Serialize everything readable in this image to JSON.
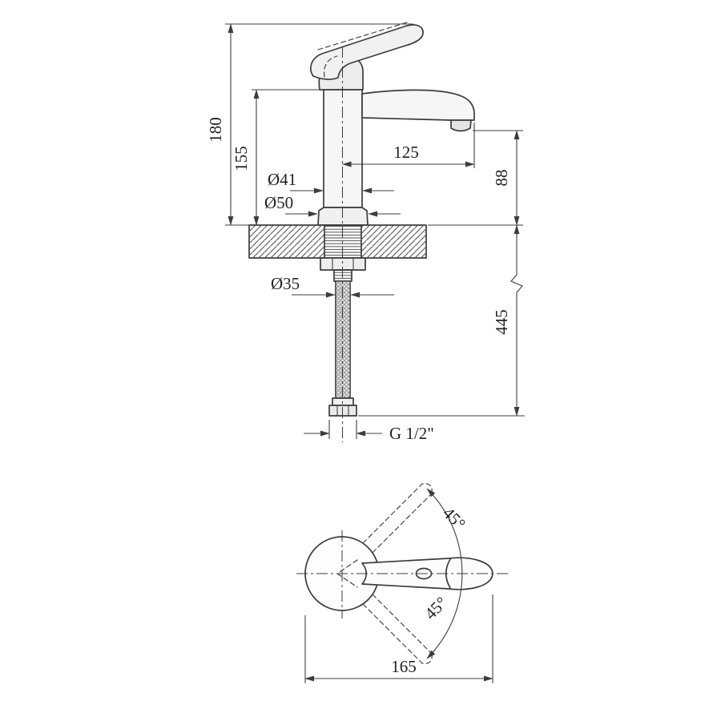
{
  "colors": {
    "line": "#3c3c3c",
    "text": "#222222",
    "background": "#ffffff"
  },
  "side_view": {
    "total_height": "180",
    "body_height": "155",
    "spout_reach": "125",
    "spout_height": "88",
    "body_diameter": "Ø41",
    "base_diameter": "Ø50",
    "shank_diameter": "Ø35",
    "hose_length": "445",
    "thread_size": "G 1/2\""
  },
  "top_view": {
    "swing_angle_upper": "45°",
    "swing_angle_lower": "45°",
    "handle_length": "165"
  }
}
